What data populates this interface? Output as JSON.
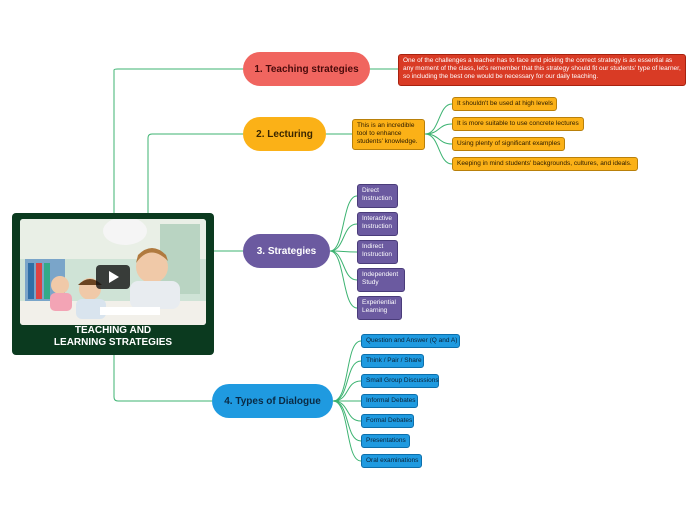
{
  "root": {
    "title": "TEACHING AND\nLEARNING STRATEGIES",
    "image": "children-classroom-video-thumbnail",
    "play_icon": "play-icon"
  },
  "branches": [
    {
      "label": "1. Teaching strategies",
      "color": "#f0655f",
      "note": "One of the challenges a teacher has to face and picking the correct strategy is as essential as any moment of the class, let's remember that this strategy should fit our students' type of learner, so including the best one would be necessary for our daily teaching."
    },
    {
      "label": "2. Lecturing",
      "color": "#fbb117",
      "note": "This is an incredible tool to enhance students' knowledge.",
      "items": [
        "It shouldn't be used at high levels",
        "It is more suitable to use concrete lectures",
        "Using plenty of significant examples",
        "Keeping in mind students' backgrounds, cultures, and ideals."
      ]
    },
    {
      "label": "3. Strategies",
      "color": "#6b5aa0",
      "items": [
        "Direct Instruction",
        "Interactive Instruction",
        "Indirect Instruction",
        "Independent Study",
        "Experiential Learning"
      ]
    },
    {
      "label": "4. Types of Dialogue",
      "color": "#1f9ae0",
      "items": [
        "Question and Answer (Q and A)",
        "Think / Pair / Share",
        "Small Group Discussions",
        "Informal Debates",
        "Formal Debates",
        "Presentations",
        "Oral examinations"
      ]
    }
  ]
}
